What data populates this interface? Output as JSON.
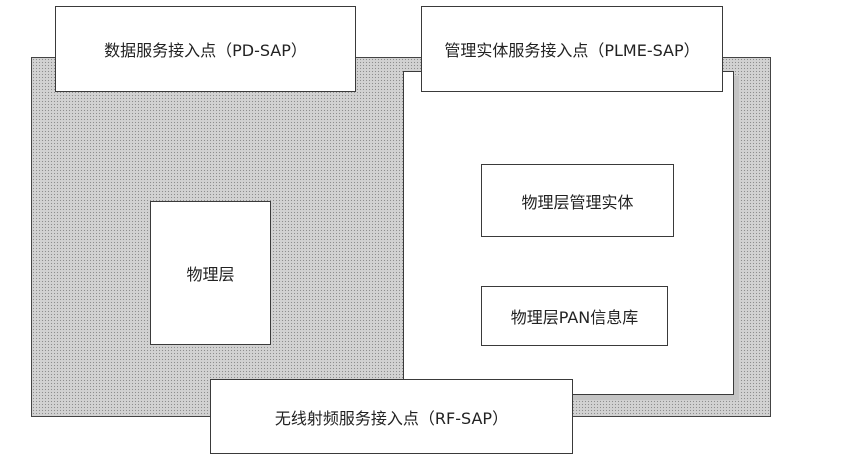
{
  "diagram": {
    "pd_sap_label": "数据服务接入点（PD-SAP）",
    "plme_sap_label": "管理实体服务接入点（PLME-SAP）",
    "phy_layer_label": "物理层",
    "plme_label": "物理层管理实体",
    "pib_label": "物理层PAN信息库",
    "rf_sap_label": "无线射频服务接入点（RF-SAP）"
  }
}
